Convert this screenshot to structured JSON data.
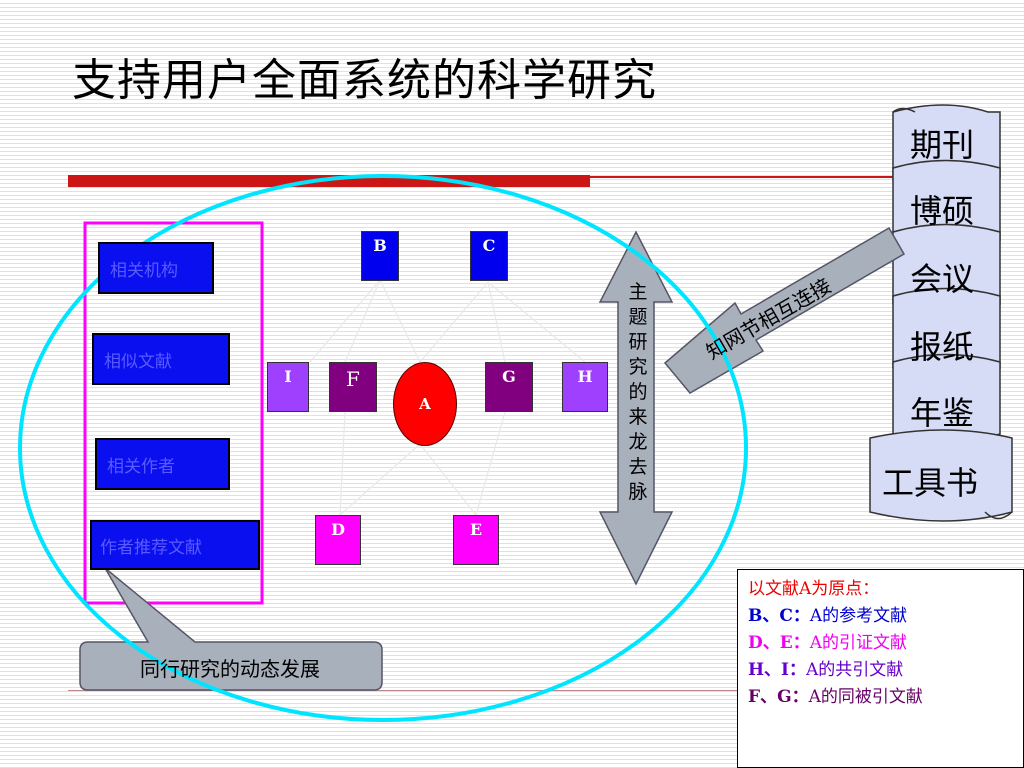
{
  "title": "支持用户全面系统的科学研究",
  "left_boxes": [
    "相关机构",
    "相似文献",
    "相关作者",
    "作者推荐文献"
  ],
  "nodes": {
    "A": "A",
    "B": "B",
    "C": "C",
    "D": "D",
    "E": "E",
    "F": "F",
    "G": "G",
    "H": "H",
    "I": "I"
  },
  "vertical_arrow_text": [
    "主",
    "题",
    "研",
    "究",
    "的",
    "来",
    "龙",
    "去",
    "脉"
  ],
  "link_arrow_text": "知网节相互连接",
  "scrolls": [
    "期刊",
    "博硕",
    "会议",
    "报纸",
    "年鉴",
    "工具书"
  ],
  "callout_text": "同行研究的动态发展",
  "legend": {
    "heading": "以文献A为原点：",
    "lines": [
      {
        "keys": "B、C：",
        "text": "A的参考文献",
        "color": "#0000cc"
      },
      {
        "keys": "D、E：",
        "text": "A的引证文献",
        "color": "#ee00ee"
      },
      {
        "keys": "H、I：",
        "text": "A的共引文献",
        "color": "#6600cc"
      },
      {
        "keys": "F、G：",
        "text": "A的同被引文献",
        "color": "#660066"
      }
    ],
    "heading_color": "#ee0000"
  },
  "colors": {
    "accent_red": "#cc1616",
    "ellipse": "#00e5ff",
    "frame_magenta": "#ff00ff",
    "arrow_gray": "#a8b0bc",
    "scroll_fill": "#d6dbf6"
  }
}
